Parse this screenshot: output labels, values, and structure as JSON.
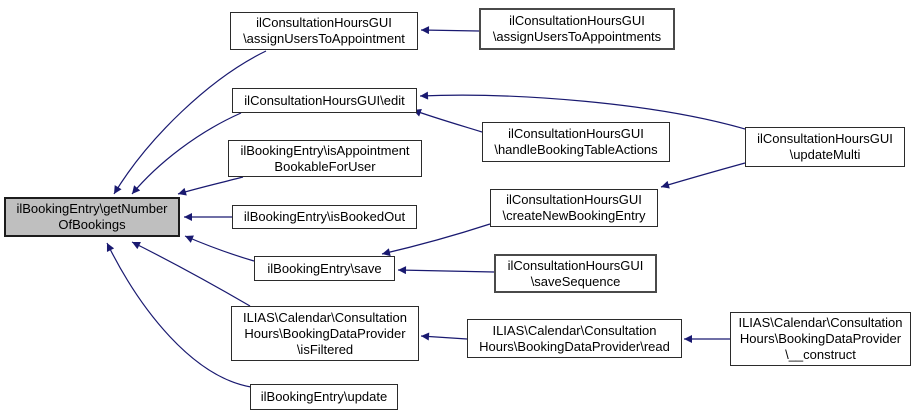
{
  "diagram": {
    "type": "caller-graph",
    "background_color": "#ffffff",
    "edge_color": "#191970",
    "node_fill": "#ffffff",
    "main_node_fill": "#bfbfbf",
    "nodes": [
      {
        "id": "getNumberOfBookings",
        "lines": [
          "ilBookingEntry\\getNumber",
          "OfBookings"
        ]
      },
      {
        "id": "assignUsersToAppointment",
        "lines": [
          "ilConsultationHoursGUI",
          "\\assignUsersToAppointment"
        ]
      },
      {
        "id": "assignUsersToAppointments",
        "lines": [
          "ilConsultationHoursGUI",
          "\\assignUsersToAppointments"
        ]
      },
      {
        "id": "edit",
        "lines": [
          "ilConsultationHoursGUI\\edit"
        ]
      },
      {
        "id": "isAppointmentBookableForUser",
        "lines": [
          "ilBookingEntry\\isAppointment",
          "BookableForUser"
        ]
      },
      {
        "id": "handleBookingTableActions",
        "lines": [
          "ilConsultationHoursGUI",
          "\\handleBookingTableActions"
        ]
      },
      {
        "id": "updateMulti",
        "lines": [
          "ilConsultationHoursGUI",
          "\\updateMulti"
        ]
      },
      {
        "id": "isBookedOut",
        "lines": [
          "ilBookingEntry\\isBookedOut"
        ]
      },
      {
        "id": "createNewBookingEntry",
        "lines": [
          "ilConsultationHoursGUI",
          "\\createNewBookingEntry"
        ]
      },
      {
        "id": "save",
        "lines": [
          "ilBookingEntry\\save"
        ]
      },
      {
        "id": "saveSequence",
        "lines": [
          "ilConsultationHoursGUI",
          "\\saveSequence"
        ]
      },
      {
        "id": "isFiltered",
        "lines": [
          "ILIAS\\Calendar\\Consultation",
          "Hours\\BookingDataProvider",
          "\\isFiltered"
        ]
      },
      {
        "id": "read",
        "lines": [
          "ILIAS\\Calendar\\Consultation",
          "Hours\\BookingDataProvider\\read"
        ]
      },
      {
        "id": "construct",
        "lines": [
          "ILIAS\\Calendar\\Consultation",
          "Hours\\BookingDataProvider",
          "\\__construct"
        ]
      },
      {
        "id": "update",
        "lines": [
          "ilBookingEntry\\update"
        ]
      }
    ]
  }
}
